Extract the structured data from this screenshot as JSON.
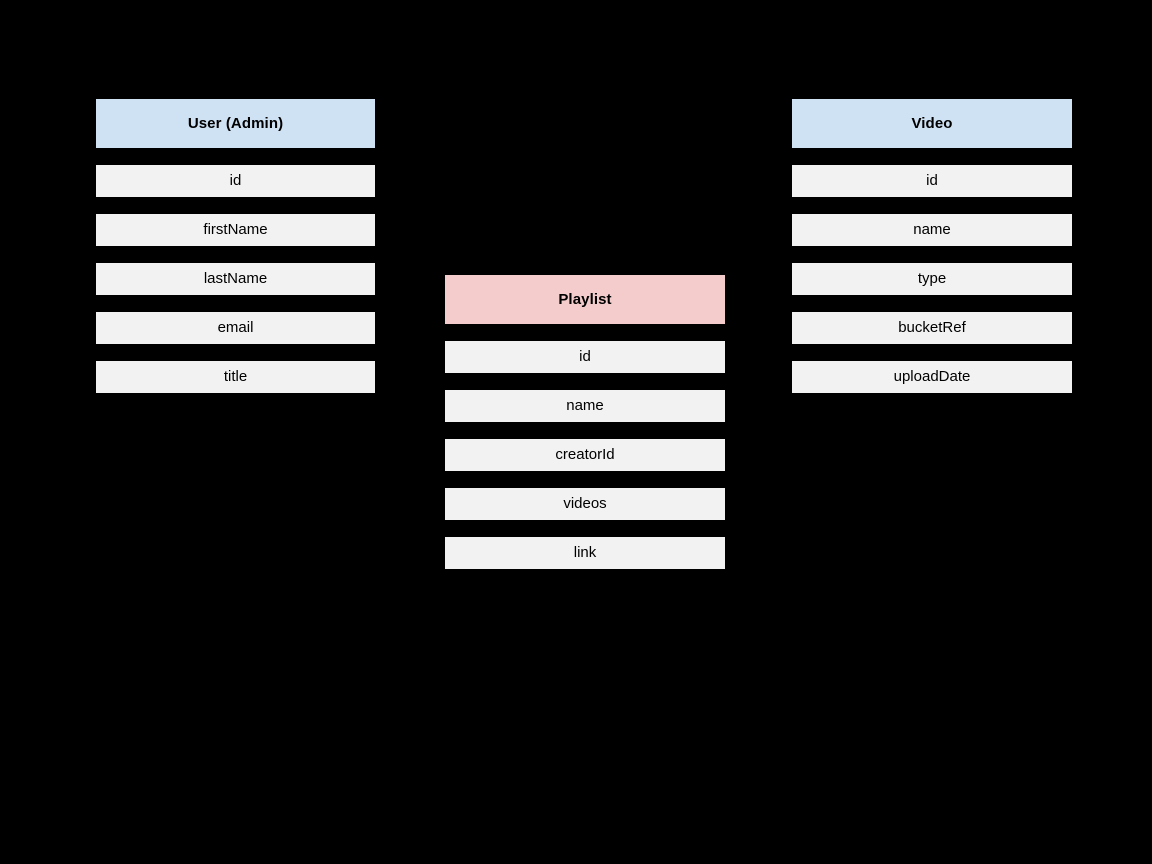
{
  "diagram": {
    "type": "entity-relationship-diagram",
    "background_color": "#000000",
    "entities": [
      {
        "id": "user",
        "title": "User (Admin)",
        "header_color": "#cfe2f3",
        "field_color": "#f2f2f2",
        "fields": [
          "id",
          "firstName",
          "lastName",
          "email",
          "title"
        ]
      },
      {
        "id": "playlist",
        "title": "Playlist",
        "header_color": "#f4cccc",
        "field_color": "#f2f2f2",
        "fields": [
          "id",
          "name",
          "creatorId",
          "videos",
          "link"
        ]
      },
      {
        "id": "video",
        "title": "Video",
        "header_color": "#cfe2f3",
        "field_color": "#f2f2f2",
        "fields": [
          "id",
          "name",
          "type",
          "bucketRef",
          "uploadDate"
        ]
      }
    ]
  }
}
